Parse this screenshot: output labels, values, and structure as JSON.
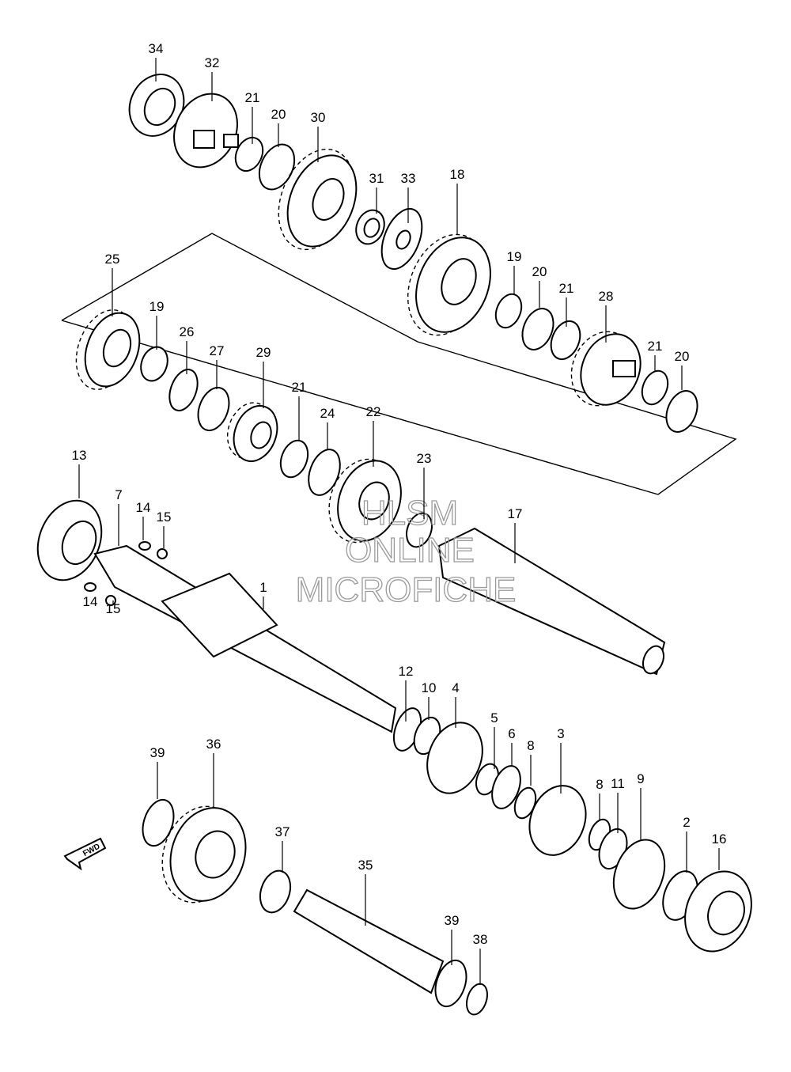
{
  "watermark": [
    "HLSM",
    "ONLINE",
    "MICROFICHE"
  ],
  "fwd_label": "FWD",
  "callouts": [
    "34",
    "32",
    "21",
    "20",
    "30",
    "31",
    "33",
    "18",
    "19",
    "20",
    "21",
    "28",
    "21",
    "20",
    "25",
    "19",
    "26",
    "27",
    "29",
    "21",
    "24",
    "22",
    "23",
    "13",
    "7",
    "14",
    "15",
    "14",
    "15",
    "1",
    "17",
    "12",
    "10",
    "4",
    "5",
    "6",
    "8",
    "3",
    "8",
    "11",
    "9",
    "2",
    "16",
    "39",
    "36",
    "37",
    "35",
    "39",
    "38"
  ]
}
